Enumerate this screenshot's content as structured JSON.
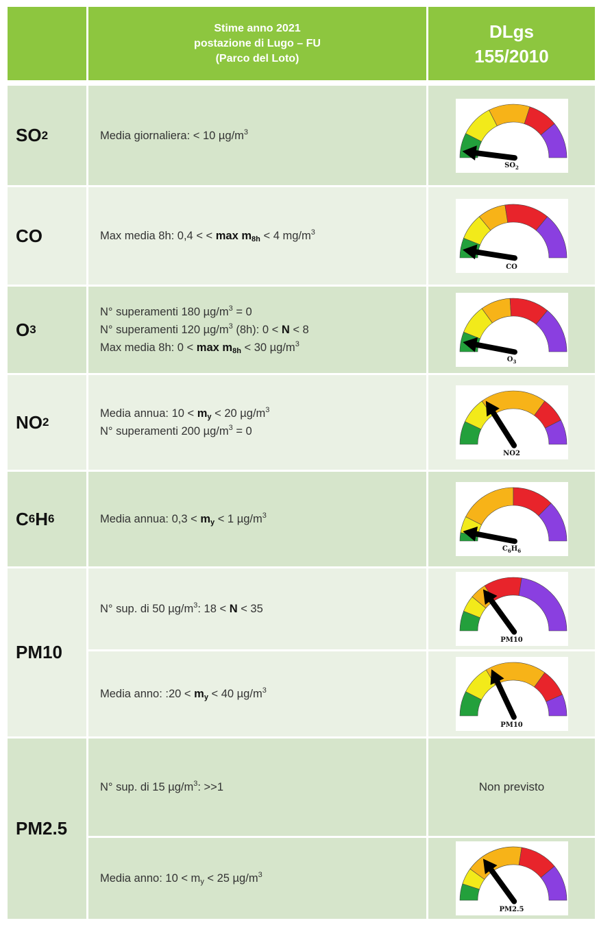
{
  "header": {
    "col2": [
      "Stime anno 2021",
      "postazione di Lugo – FU",
      "(Parco del Loto)"
    ],
    "col3": [
      "DLgs",
      "155/2010"
    ]
  },
  "colors": {
    "header_green": "#8dc63f",
    "row_dark": "#d6e5cb",
    "row_light": "#eaf1e4",
    "gauge_green": "#23a03c",
    "gauge_yellow": "#f2ea1a",
    "gauge_orange": "#f7b318",
    "gauge_red": "#e8242b",
    "gauge_purple": "#8a3fe0"
  },
  "rows": [
    {
      "pollutant": "SO",
      "pollutant_sub": "2",
      "lines": [
        {
          "pre": "Media giornaliera: < 10 µg/m",
          "sup": "3"
        }
      ],
      "gauge": {
        "label": "SO",
        "label_sub": "2",
        "needle_fraction": 0.04,
        "band_fractions": [
          0.15,
          0.35,
          0.6,
          0.78,
          1.0
        ]
      }
    },
    {
      "pollutant": "CO",
      "pollutant_sub": "",
      "lines": [
        {
          "pre": "Max media 8h: 0,4 < < ",
          "bold": "max m",
          "bold_sub": "8h",
          "post": " < 4 mg/m",
          "sup": "3"
        }
      ],
      "gauge": {
        "label": "CO",
        "label_sub": "",
        "needle_fraction": 0.05,
        "band_fractions": [
          0.12,
          0.28,
          0.45,
          0.72,
          1.0
        ]
      }
    },
    {
      "pollutant": "O",
      "pollutant_sub": "3",
      "lines": [
        {
          "pre": "N° superamenti 180 µg/m",
          "sup": "3",
          "post": " = 0"
        },
        {
          "pre": "N° superamenti 120 µg/m",
          "sup": "3",
          "post": " (8h): 0 < ",
          "bold": "N",
          "post2": " < 8"
        },
        {
          "pre": "Max media 8h: 0 < ",
          "bold": "max m",
          "bold_sub": "8h",
          "post": " < 30 µg/m",
          "sup": "3"
        }
      ],
      "gauge": {
        "label": "O",
        "label_sub": "3",
        "needle_fraction": 0.06,
        "band_fractions": [
          0.12,
          0.3,
          0.48,
          0.72,
          1.0
        ]
      }
    },
    {
      "pollutant": "NO",
      "pollutant_sub": "2",
      "lines": [
        {
          "pre": "Media annua: 10 < ",
          "bold": "m",
          "bold_sub": "y",
          "post": " < 20 µg/m",
          "sup": "3"
        },
        {
          "pre": "N° superamenti 200 µg/m",
          "sup": "3",
          "post": " = 0"
        }
      ],
      "gauge": {
        "label": "NO",
        "label_sub": "2",
        "needle_fraction": 0.32,
        "band_fractions": [
          0.14,
          0.3,
          0.7,
          0.85,
          1.0
        ]
      }
    },
    {
      "pollutant": "C",
      "pollutant_sub": "6",
      "pollutant2": "H",
      "pollutant2_sub": "6",
      "lines": [
        {
          "pre": "Media annua: 0,3 < ",
          "bold": "m",
          "bold_sub": "y",
          "post": " < 1 µg/m",
          "sup": "3"
        }
      ],
      "gauge": {
        "label": "C",
        "label_sub": "6",
        "label2": "H",
        "label2_sub": "6",
        "needle_fraction": 0.06,
        "band_fractions": [
          0.05,
          0.15,
          0.5,
          0.75,
          1.0
        ]
      }
    },
    {
      "pollutant": "PM10",
      "pollutant_sub": "",
      "sub_rows": [
        {
          "lines": [
            {
              "pre": "N° sup.  di 50 µg/m",
              "sup": "3",
              "post": ": 18 < ",
              "bold": "N",
              "post2": " < 35"
            }
          ],
          "gauge": {
            "label": "PM",
            "label_sub": "10",
            "needle_fraction": 0.3,
            "band_fractions": [
              0.12,
              0.22,
              0.32,
              0.55,
              1.0
            ]
          }
        },
        {
          "lines": [
            {
              "pre": "Media anno: :20 < ",
              "bold": "m",
              "bold_sub": "y",
              "post": " < 40 µg/m",
              "sup": "3"
            }
          ],
          "gauge": {
            "label": "PM",
            "label_sub": "10",
            "needle_fraction": 0.36,
            "band_fractions": [
              0.15,
              0.33,
              0.7,
              0.87,
              1.0
            ]
          }
        }
      ]
    },
    {
      "pollutant": "PM2.5",
      "pollutant_sub": "",
      "sub_rows": [
        {
          "lines": [
            {
              "pre": "N° sup.  di 15 µg/m",
              "sup": "3",
              "post": ": >>1"
            }
          ],
          "not_provided": "Non previsto"
        },
        {
          "lines": [
            {
              "pre": "Media anno: 10 < m",
              "sub": "y",
              "post": " < 25 µg/m",
              "sup": "3"
            }
          ],
          "gauge": {
            "label": "PM",
            "label_sub": "2.5",
            "needle_fraction": 0.3,
            "band_fractions": [
              0.1,
              0.2,
              0.55,
              0.78,
              1.0
            ]
          }
        }
      ]
    }
  ]
}
